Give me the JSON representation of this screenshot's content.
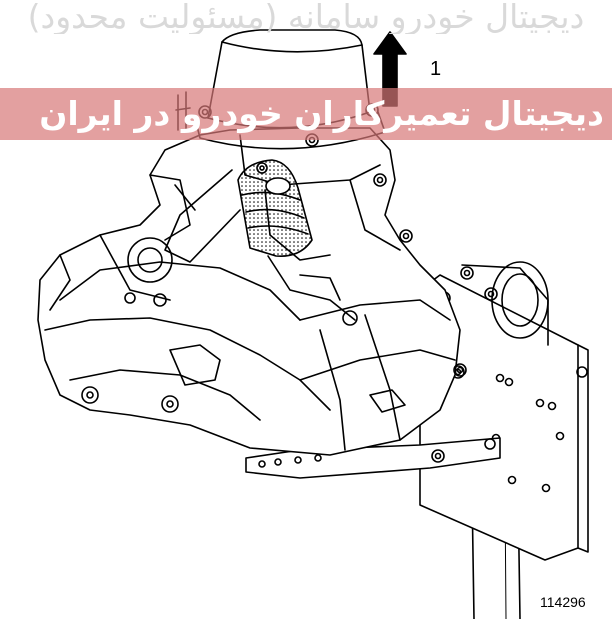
{
  "watermark": {
    "top_text": "دیجیتال خودرو سامانه (مسئولیت محدود)",
    "band_text": "دیجیتال تعمیرکاران خودرو در ایران",
    "band_color": "#d77878"
  },
  "figure": {
    "callout_number": "1",
    "reference_number": "114296"
  }
}
